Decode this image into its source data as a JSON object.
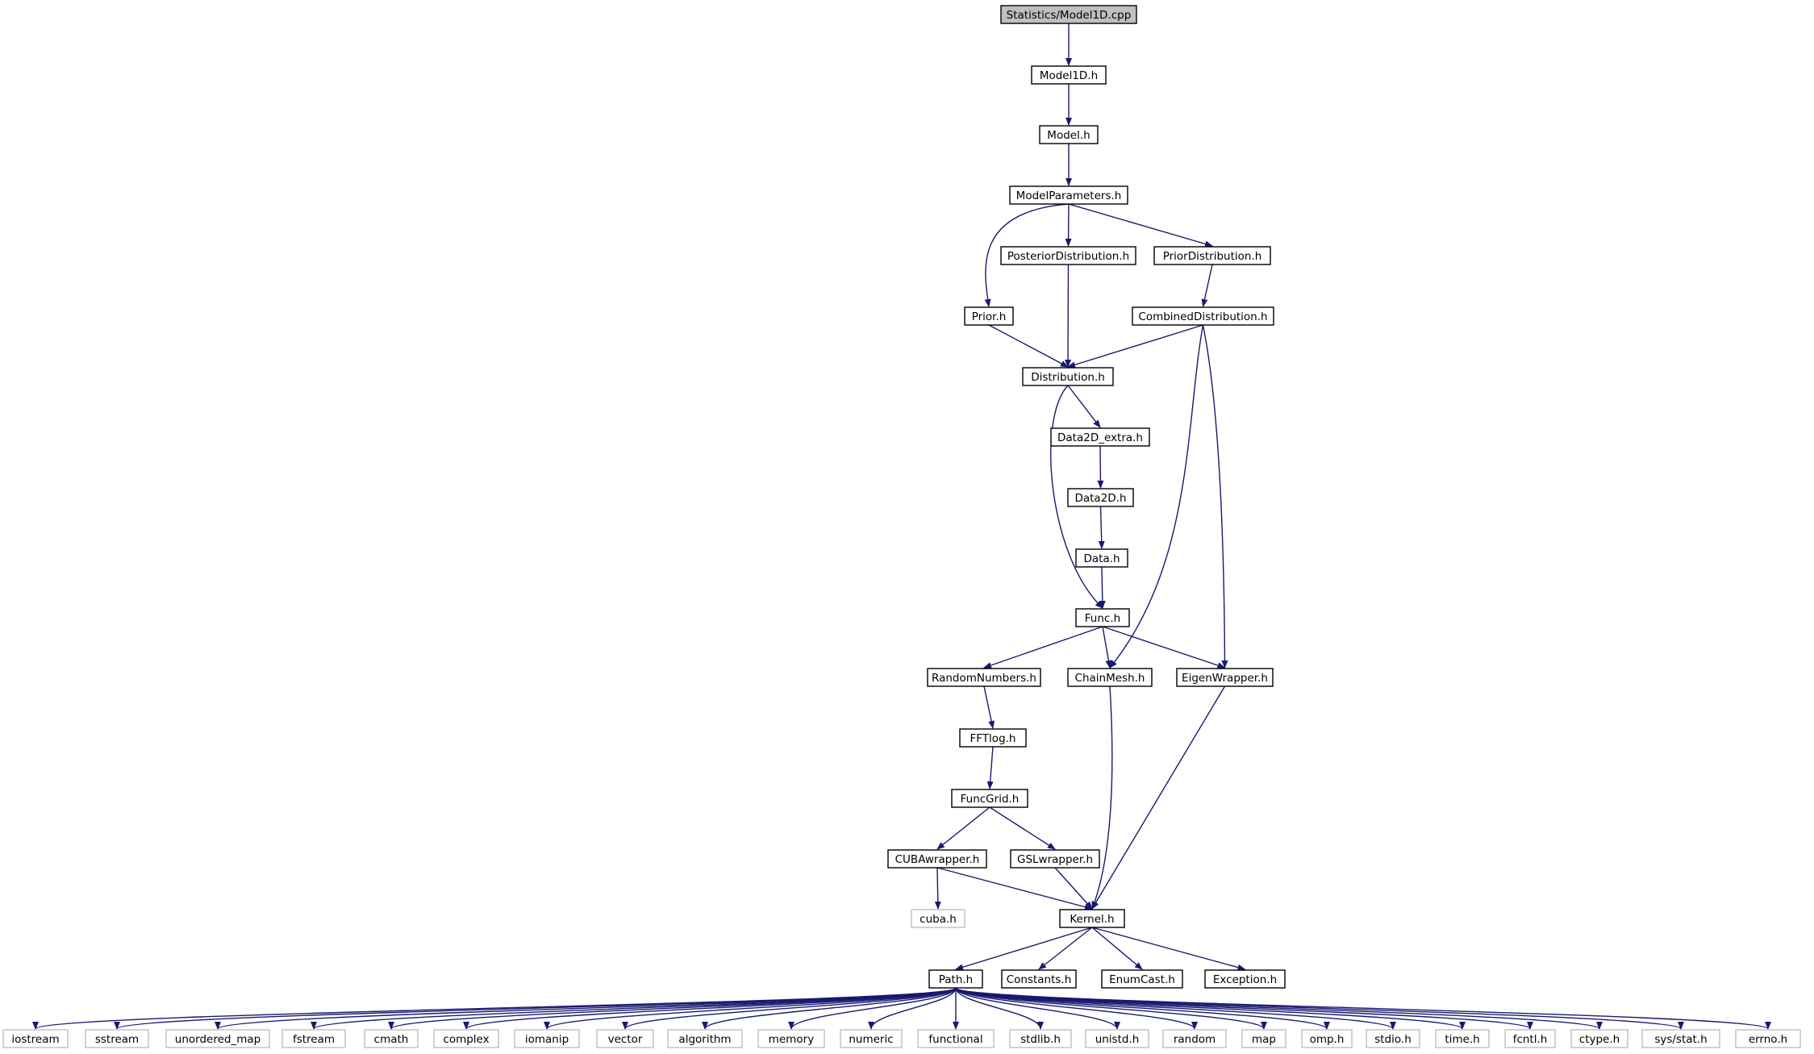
{
  "diagram": {
    "nodes": [
      {
        "id": "model1d_cpp",
        "label": "Statistics/Model1D.cpp",
        "kind": "root"
      },
      {
        "id": "model1d_h",
        "label": "Model1D.h",
        "kind": "doc"
      },
      {
        "id": "model_h",
        "label": "Model.h",
        "kind": "doc"
      },
      {
        "id": "modelparameters_h",
        "label": "ModelParameters.h",
        "kind": "doc"
      },
      {
        "id": "posteriordistribution_h",
        "label": "PosteriorDistribution.h",
        "kind": "doc"
      },
      {
        "id": "priordistribution_h",
        "label": "PriorDistribution.h",
        "kind": "doc"
      },
      {
        "id": "prior_h",
        "label": "Prior.h",
        "kind": "doc"
      },
      {
        "id": "combineddistribution_h",
        "label": "CombinedDistribution.h",
        "kind": "doc"
      },
      {
        "id": "distribution_h",
        "label": "Distribution.h",
        "kind": "doc"
      },
      {
        "id": "data2d_extra_h",
        "label": "Data2D_extra.h",
        "kind": "doc"
      },
      {
        "id": "data2d_h",
        "label": "Data2D.h",
        "kind": "doc"
      },
      {
        "id": "data_h",
        "label": "Data.h",
        "kind": "doc"
      },
      {
        "id": "func_h",
        "label": "Func.h",
        "kind": "doc"
      },
      {
        "id": "randomnumbers_h",
        "label": "RandomNumbers.h",
        "kind": "doc"
      },
      {
        "id": "chainmesh_h",
        "label": "ChainMesh.h",
        "kind": "doc"
      },
      {
        "id": "eigenwrapper_h",
        "label": "EigenWrapper.h",
        "kind": "doc"
      },
      {
        "id": "fftlog_h",
        "label": "FFTlog.h",
        "kind": "doc"
      },
      {
        "id": "funcgrid_h",
        "label": "FuncGrid.h",
        "kind": "doc"
      },
      {
        "id": "cubawrapper_h",
        "label": "CUBAwrapper.h",
        "kind": "doc"
      },
      {
        "id": "gslwrapper_h",
        "label": "GSLwrapper.h",
        "kind": "doc"
      },
      {
        "id": "cuba_h",
        "label": "cuba.h",
        "kind": "ext"
      },
      {
        "id": "kernel_h",
        "label": "Kernel.h",
        "kind": "doc"
      },
      {
        "id": "path_h",
        "label": "Path.h",
        "kind": "doc"
      },
      {
        "id": "constants_h",
        "label": "Constants.h",
        "kind": "doc"
      },
      {
        "id": "enumcast_h",
        "label": "EnumCast.h",
        "kind": "doc"
      },
      {
        "id": "exception_h",
        "label": "Exception.h",
        "kind": "doc"
      },
      {
        "id": "iostream",
        "label": "iostream",
        "kind": "ext"
      },
      {
        "id": "sstream",
        "label": "sstream",
        "kind": "ext"
      },
      {
        "id": "unordered_map",
        "label": "unordered_map",
        "kind": "ext"
      },
      {
        "id": "fstream",
        "label": "fstream",
        "kind": "ext"
      },
      {
        "id": "cmath",
        "label": "cmath",
        "kind": "ext"
      },
      {
        "id": "complex",
        "label": "complex",
        "kind": "ext"
      },
      {
        "id": "iomanip",
        "label": "iomanip",
        "kind": "ext"
      },
      {
        "id": "vector",
        "label": "vector",
        "kind": "ext"
      },
      {
        "id": "algorithm",
        "label": "algorithm",
        "kind": "ext"
      },
      {
        "id": "memory",
        "label": "memory",
        "kind": "ext"
      },
      {
        "id": "numeric",
        "label": "numeric",
        "kind": "ext"
      },
      {
        "id": "functional",
        "label": "functional",
        "kind": "ext"
      },
      {
        "id": "stdlib_h",
        "label": "stdlib.h",
        "kind": "ext"
      },
      {
        "id": "unistd_h",
        "label": "unistd.h",
        "kind": "ext"
      },
      {
        "id": "random",
        "label": "random",
        "kind": "ext"
      },
      {
        "id": "map",
        "label": "map",
        "kind": "ext"
      },
      {
        "id": "omp_h",
        "label": "omp.h",
        "kind": "ext"
      },
      {
        "id": "stdio_h",
        "label": "stdio.h",
        "kind": "ext"
      },
      {
        "id": "time_h",
        "label": "time.h",
        "kind": "ext"
      },
      {
        "id": "fcntl_h",
        "label": "fcntl.h",
        "kind": "ext"
      },
      {
        "id": "ctype_h",
        "label": "ctype.h",
        "kind": "ext"
      },
      {
        "id": "sys_stat_h",
        "label": "sys/stat.h",
        "kind": "ext"
      },
      {
        "id": "errno_h",
        "label": "errno.h",
        "kind": "ext"
      }
    ],
    "edges": [
      [
        "model1d_cpp",
        "model1d_h"
      ],
      [
        "model1d_h",
        "model_h"
      ],
      [
        "model_h",
        "modelparameters_h"
      ],
      [
        "modelparameters_h",
        "prior_h"
      ],
      [
        "modelparameters_h",
        "posteriordistribution_h"
      ],
      [
        "modelparameters_h",
        "priordistribution_h"
      ],
      [
        "posteriordistribution_h",
        "distribution_h"
      ],
      [
        "priordistribution_h",
        "combineddistribution_h"
      ],
      [
        "prior_h",
        "distribution_h"
      ],
      [
        "combineddistribution_h",
        "distribution_h"
      ],
      [
        "combineddistribution_h",
        "chainmesh_h"
      ],
      [
        "combineddistribution_h",
        "eigenwrapper_h"
      ],
      [
        "distribution_h",
        "data2d_extra_h"
      ],
      [
        "distribution_h",
        "func_h"
      ],
      [
        "data2d_extra_h",
        "data2d_h"
      ],
      [
        "data2d_h",
        "data_h"
      ],
      [
        "data_h",
        "func_h"
      ],
      [
        "func_h",
        "randomnumbers_h"
      ],
      [
        "func_h",
        "chainmesh_h"
      ],
      [
        "func_h",
        "eigenwrapper_h"
      ],
      [
        "randomnumbers_h",
        "fftlog_h"
      ],
      [
        "fftlog_h",
        "funcgrid_h"
      ],
      [
        "funcgrid_h",
        "cubawrapper_h"
      ],
      [
        "funcgrid_h",
        "gslwrapper_h"
      ],
      [
        "cubawrapper_h",
        "cuba_h"
      ],
      [
        "cubawrapper_h",
        "kernel_h"
      ],
      [
        "gslwrapper_h",
        "kernel_h"
      ],
      [
        "chainmesh_h",
        "kernel_h"
      ],
      [
        "eigenwrapper_h",
        "kernel_h"
      ],
      [
        "kernel_h",
        "path_h"
      ],
      [
        "kernel_h",
        "constants_h"
      ],
      [
        "kernel_h",
        "enumcast_h"
      ],
      [
        "kernel_h",
        "exception_h"
      ],
      [
        "path_h",
        "iostream"
      ],
      [
        "path_h",
        "sstream"
      ],
      [
        "path_h",
        "unordered_map"
      ],
      [
        "path_h",
        "fstream"
      ],
      [
        "path_h",
        "cmath"
      ],
      [
        "path_h",
        "complex"
      ],
      [
        "path_h",
        "iomanip"
      ],
      [
        "path_h",
        "vector"
      ],
      [
        "path_h",
        "algorithm"
      ],
      [
        "path_h",
        "memory"
      ],
      [
        "path_h",
        "numeric"
      ],
      [
        "path_h",
        "functional"
      ],
      [
        "path_h",
        "stdlib_h"
      ],
      [
        "path_h",
        "unistd_h"
      ],
      [
        "path_h",
        "random"
      ],
      [
        "path_h",
        "map"
      ],
      [
        "path_h",
        "omp_h"
      ],
      [
        "path_h",
        "stdio_h"
      ],
      [
        "path_h",
        "time_h"
      ],
      [
        "path_h",
        "fcntl_h"
      ],
      [
        "path_h",
        "ctype_h"
      ],
      [
        "path_h",
        "sys_stat_h"
      ],
      [
        "path_h",
        "errno_h"
      ]
    ]
  }
}
